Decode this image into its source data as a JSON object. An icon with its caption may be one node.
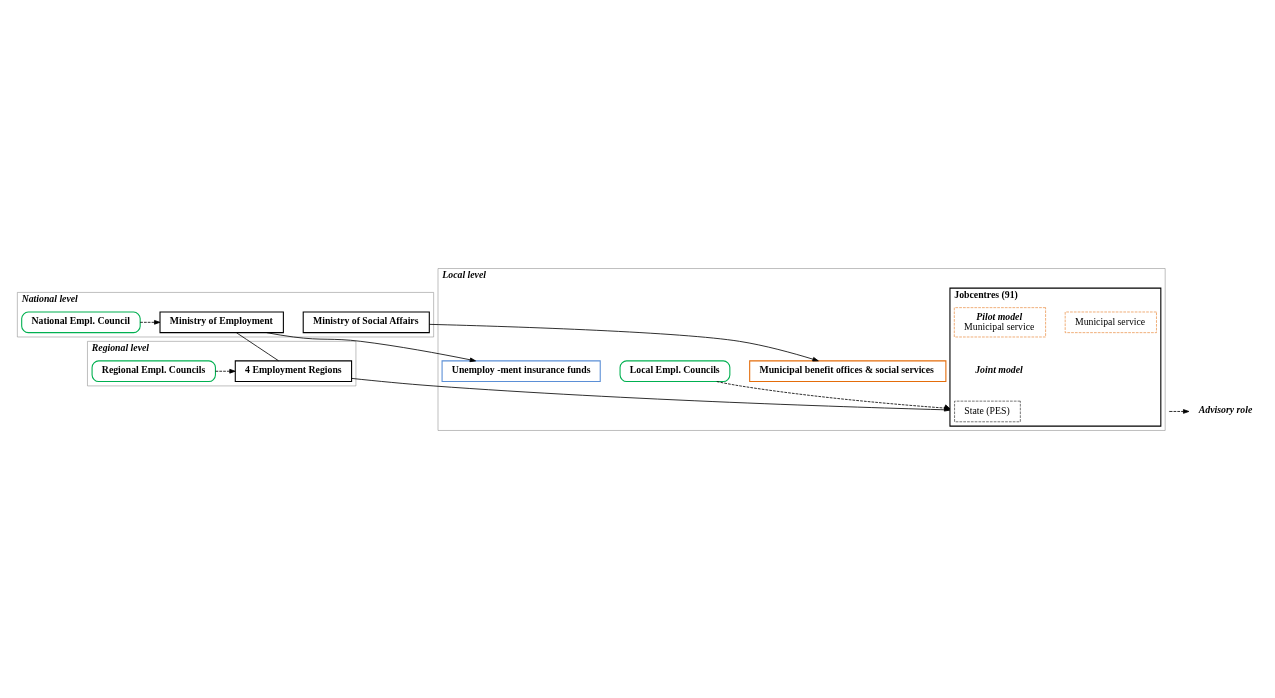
{
  "diagram": {
    "nodes": [
      {
        "text": [
          "National level"
        ]
      },
      {
        "text": [
          "Regional level"
        ]
      },
      {
        "text": [
          "Local level"
        ]
      },
      {
        "text": [
          "Ministry of Employment"
        ],
        "in": 0
      },
      {
        "text": [
          "National Empl. Council"
        ],
        "in": 0
      },
      {
        "text": [
          "Ministry of Social Affairs"
        ],
        "in": 0
      },
      {
        "text": [
          "4 Employment Regions"
        ],
        "in": 1
      },
      {
        "text": [
          "Regional Empl. Councils"
        ],
        "in": 1
      },
      {
        "text": [
          "Jobcentres (91)"
        ],
        "in": 2
      },
      {
        "text": [
          "State (PES)"
        ],
        "in": 8
      },
      {
        "text": [
          "Municipal service"
        ],
        "in": 8
      },
      {
        "text": [
          "Pilot model",
          "Municipal service"
        ],
        "in": 8
      },
      {
        "text": [
          "Local Empl. Councils"
        ],
        "in": 2
      },
      {
        "text": [
          "Unemploy -ment insurance funds"
        ],
        "in": 2
      },
      {
        "text": [
          "Municipal benefit offices & social services"
        ],
        "in": 2
      }
    ],
    "edges": [
      {
        "from": 3,
        "to": 13,
        "arrow": "to"
      },
      {
        "from": 3,
        "to": 6,
        "arrow": "none"
      },
      {
        "from": 6,
        "to": 8,
        "arrow": "to"
      },
      {
        "from": 4,
        "to": 3,
        "arrow": "to",
        "style": "dashed"
      },
      {
        "from": 7,
        "to": 6,
        "arrow": "to",
        "style": "dashed"
      },
      {
        "from": 12,
        "to": 8,
        "arrow": "to",
        "style": "dashed"
      },
      {
        "from": 5,
        "to": 14,
        "arrow": "to"
      }
    ],
    "labels": [
      "Joint model"
    ],
    "legend": [
      {
        "text": "Advisory role"
      }
    ]
  }
}
